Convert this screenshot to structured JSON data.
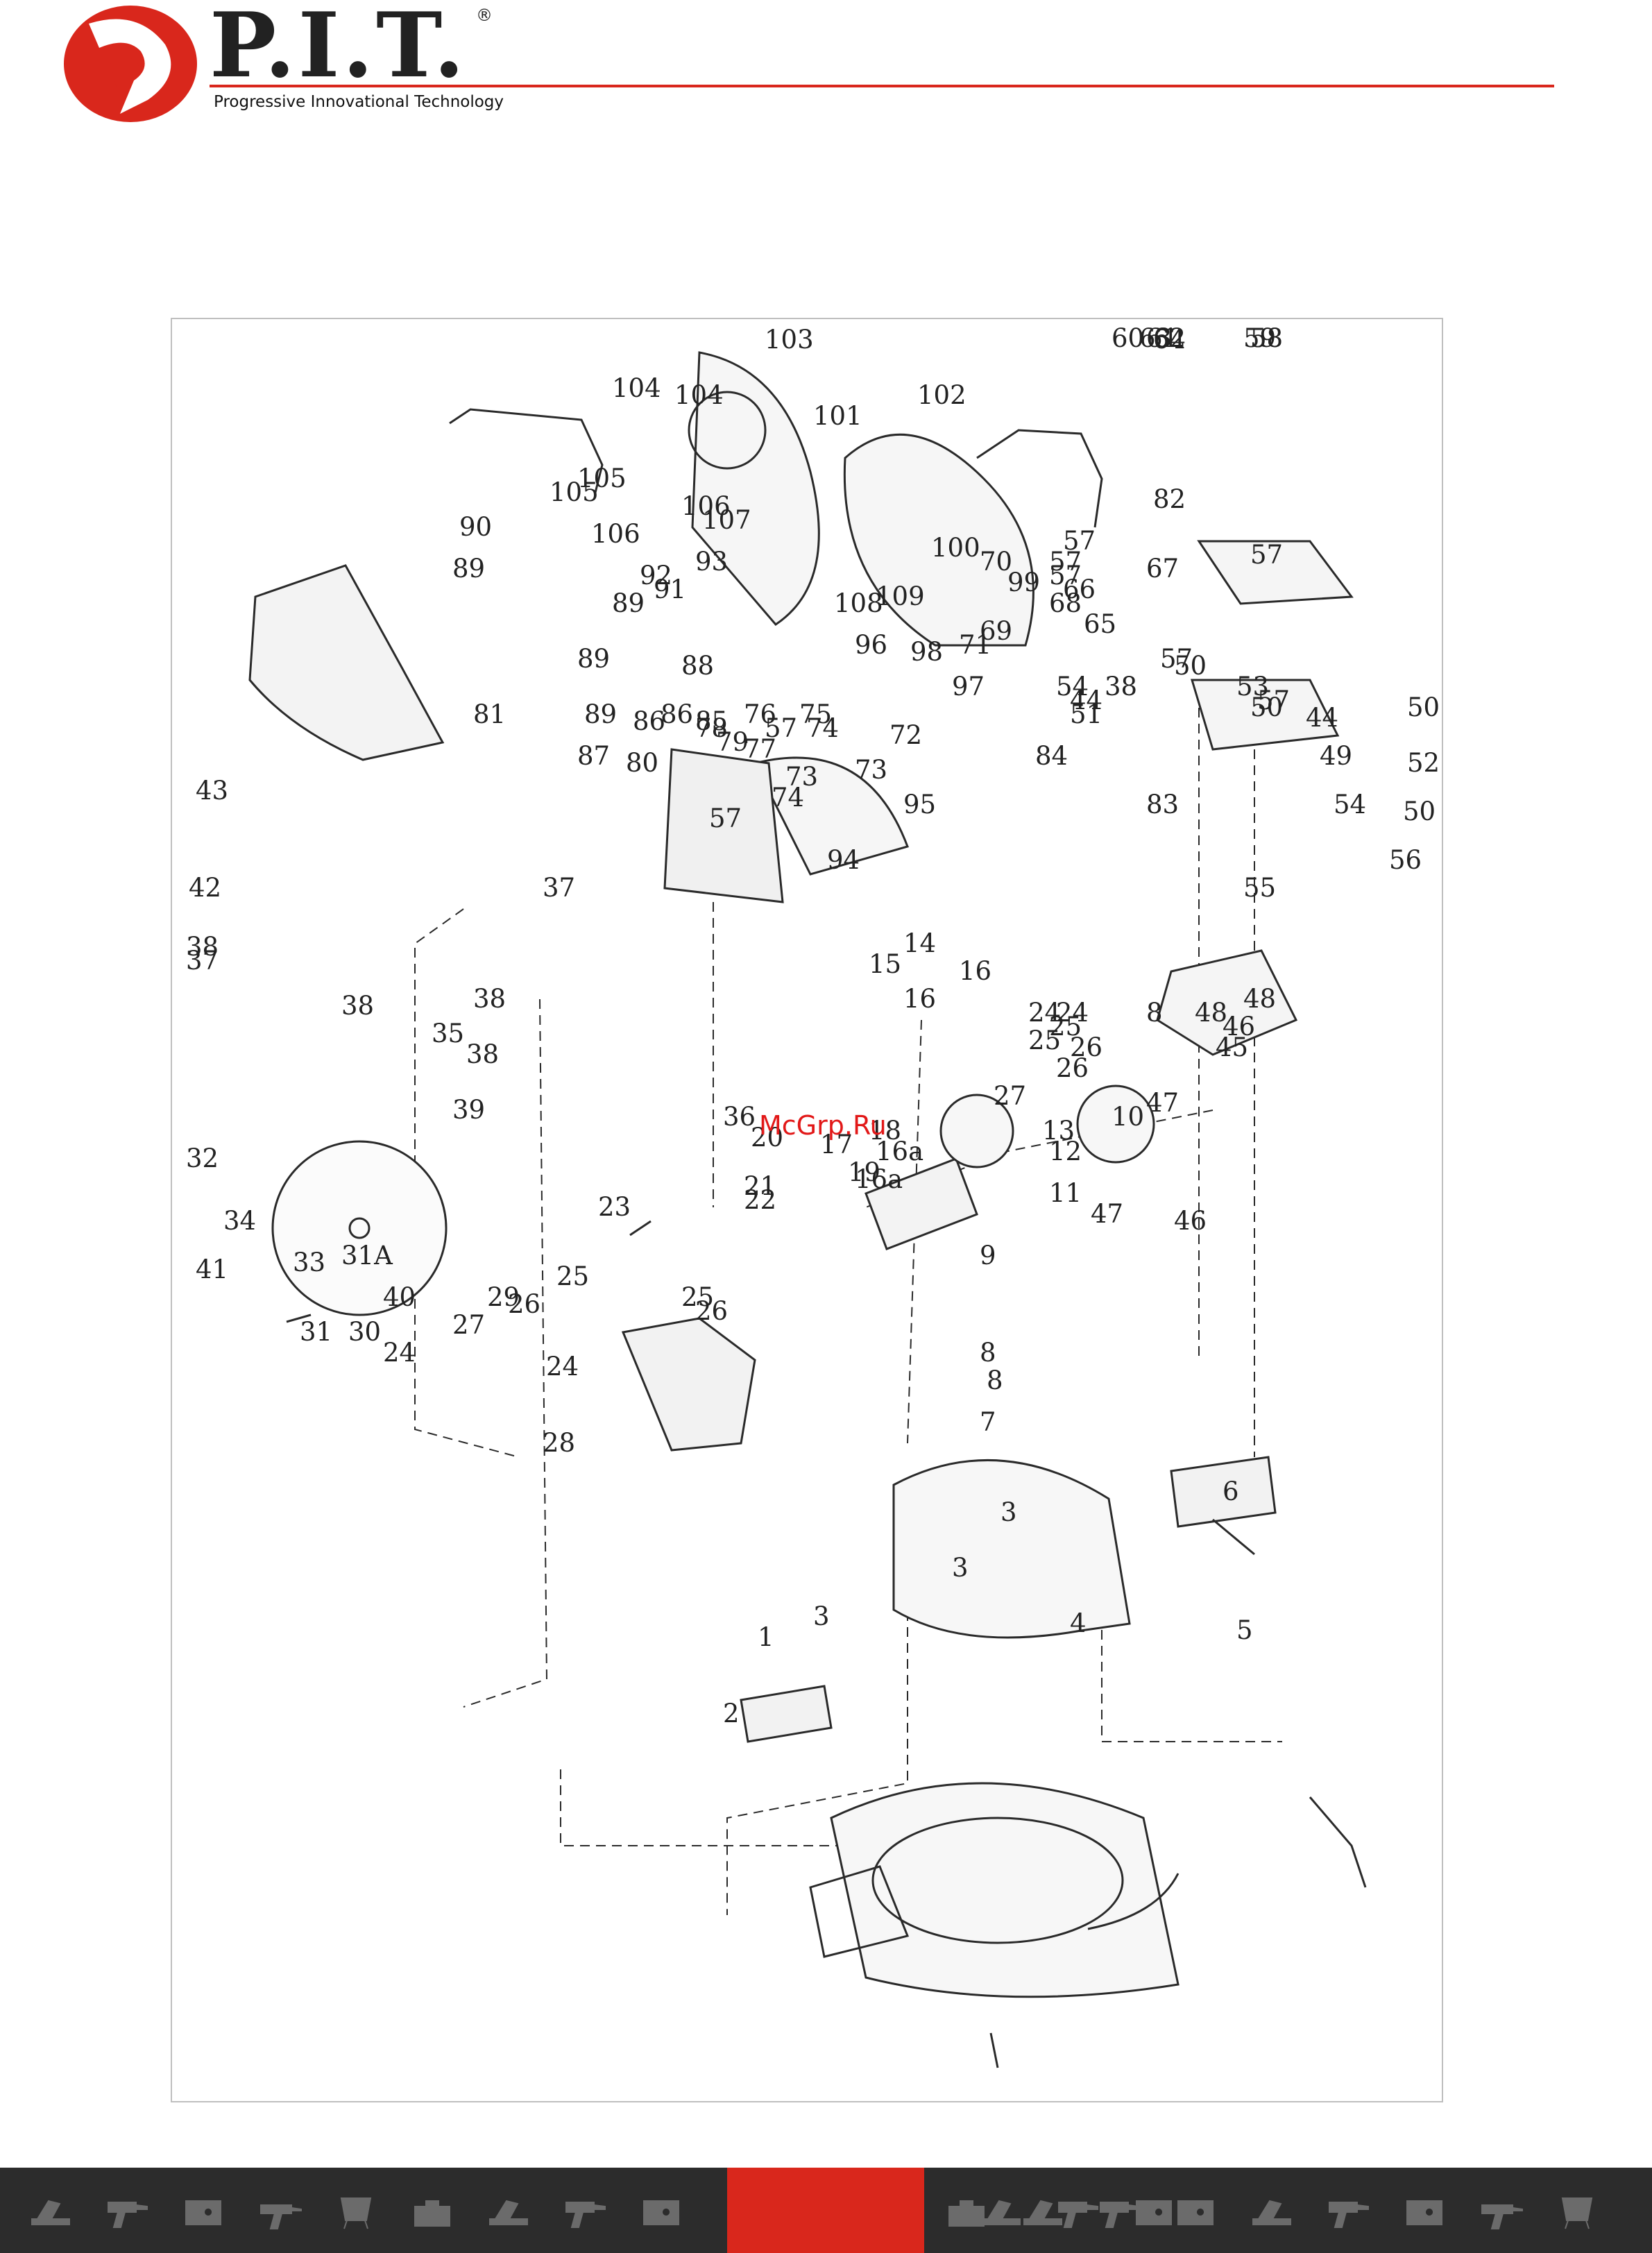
{
  "header": {
    "brand": "P.I.T.",
    "registered_mark": "®",
    "tagline": "Progressive Innovational Technology"
  },
  "watermark": "McGrp.Ru",
  "callouts": [
    "1",
    "2",
    "3",
    "3",
    "3",
    "4",
    "5",
    "6",
    "7",
    "8",
    "8",
    "8",
    "9",
    "10",
    "11",
    "12",
    "13",
    "14",
    "15",
    "16",
    "16",
    "16a",
    "16a",
    "17",
    "18",
    "19",
    "20",
    "21",
    "22",
    "23",
    "24",
    "24",
    "24",
    "24",
    "25",
    "25",
    "25",
    "25",
    "26",
    "26",
    "26",
    "26",
    "27",
    "27",
    "28",
    "29",
    "30",
    "31",
    "31A",
    "32",
    "33",
    "34",
    "35",
    "36",
    "37",
    "37",
    "38",
    "38",
    "38",
    "38",
    "38",
    "39",
    "40",
    "41",
    "42",
    "43",
    "44",
    "44",
    "45",
    "46",
    "46",
    "47",
    "47",
    "48",
    "48",
    "49",
    "50",
    "50",
    "50",
    "50",
    "51",
    "52",
    "53",
    "54",
    "54",
    "55",
    "56",
    "57",
    "57",
    "57",
    "57",
    "57",
    "57",
    "57",
    "57",
    "58",
    "58",
    "59",
    "60",
    "61",
    "62",
    "63",
    "64",
    "65",
    "66",
    "67",
    "68",
    "69",
    "70",
    "71",
    "72",
    "73",
    "73",
    "74",
    "74",
    "75",
    "76",
    "77",
    "78",
    "79",
    "80",
    "81",
    "82",
    "83",
    "84",
    "85",
    "86",
    "86",
    "87",
    "88",
    "89",
    "89",
    "89",
    "89",
    "90",
    "91",
    "92",
    "93",
    "94",
    "95",
    "96",
    "97",
    "98",
    "99",
    "100",
    "101",
    "102",
    "103",
    "104",
    "104",
    "105",
    "105",
    "106",
    "106",
    "107",
    "108",
    "109"
  ],
  "colors": {
    "accent": "#d9271c",
    "footer_bg": "#2c2c2c",
    "watermark": "#e21818"
  },
  "footer_icons": [
    "miter-saw-icon",
    "drill-icon",
    "generator-icon",
    "hammer-drill-icon",
    "mixer-icon",
    "toolbox-icon",
    "miter-saw-icon",
    "drill-icon",
    "generator-icon",
    "miter-saw-icon",
    "drill-icon",
    "generator-icon",
    "toolbox-icon",
    "miter-saw-icon",
    "drill-icon",
    "generator-icon",
    "miter-saw-icon",
    "drill-icon",
    "generator-icon",
    "hammer-drill-icon",
    "mixer-icon"
  ]
}
